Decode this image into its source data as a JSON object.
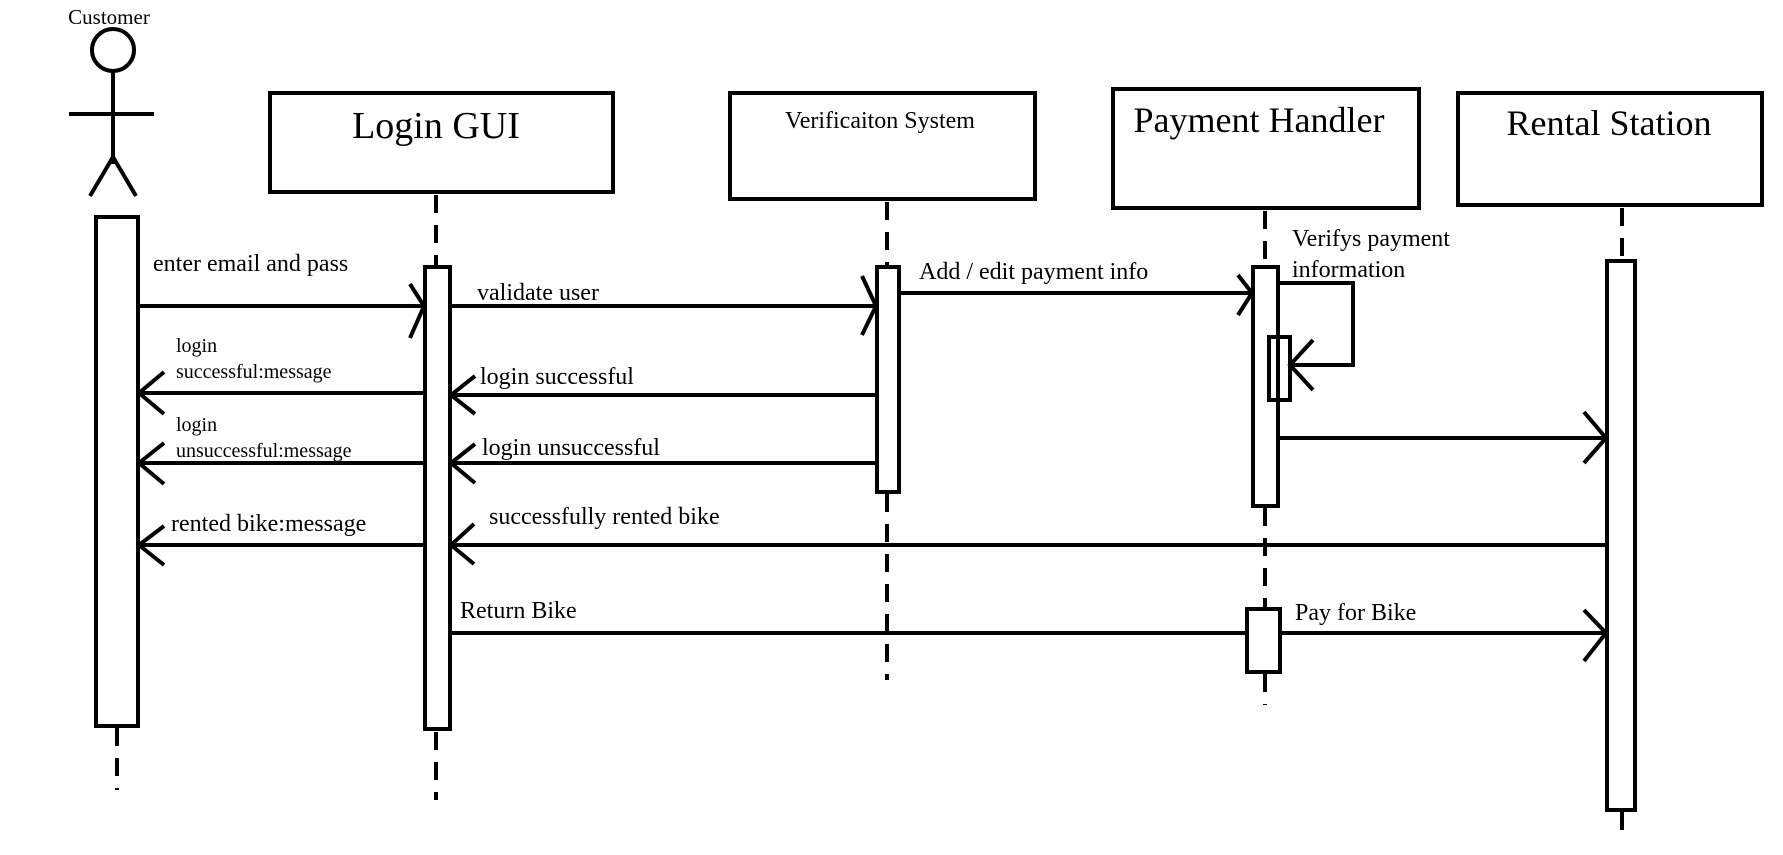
{
  "actor": {
    "label": "Customer"
  },
  "participants": [
    {
      "id": "login_gui",
      "label": "Login GUI"
    },
    {
      "id": "verification",
      "label": "Verificaiton System"
    },
    {
      "id": "payment",
      "label": "Payment Handler"
    },
    {
      "id": "rental",
      "label": "Rental Station"
    }
  ],
  "messages": {
    "enter_email": "enter email and pass",
    "validate_user": "validate user",
    "add_edit_payment": "Add / edit payment info",
    "verifys_line1": "Verifys payment",
    "verifys_line2": "information",
    "login_success_msg_1": "login",
    "login_success_msg_2": "successful:message",
    "login_successful": "login successful",
    "login_unsuccess_msg_1": "login",
    "login_unsuccess_msg_2": "unsuccessful:message",
    "login_unsuccessful": "login unsuccessful",
    "rented_bike_msg": "rented bike:message",
    "successfully_rented": "successfully rented bike",
    "return_bike": "Return Bike",
    "pay_for_bike": "Pay for Bike"
  }
}
